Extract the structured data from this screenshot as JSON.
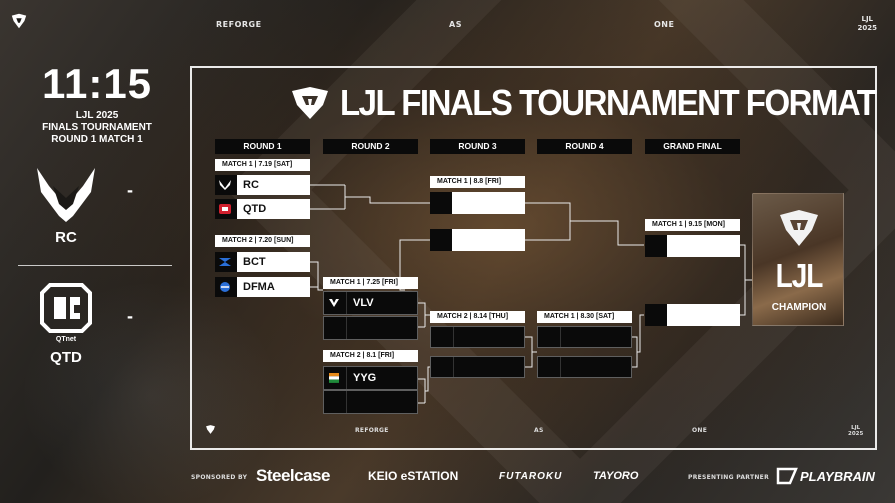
{
  "top_bar": {
    "words": [
      "REFORGE",
      "AS",
      "ONE"
    ],
    "ljl_line1": "LJL",
    "ljl_line2": "2025"
  },
  "scoreboard": {
    "clock": "11:15",
    "event_line1": "LJL 2025",
    "event_line2": "FINALS TOURNAMENT",
    "event_line3": "ROUND 1 MATCH 1",
    "team_a": {
      "name": "RC",
      "score": "-"
    },
    "team_b": {
      "name": "QTD",
      "logo_caption": "QTnet",
      "score": "-"
    }
  },
  "bracket": {
    "title": "LJL FINALS TOURNAMENT FORMAT",
    "rounds": [
      "ROUND 1",
      "ROUND 2",
      "ROUND 3",
      "ROUND 4",
      "GRAND FINAL"
    ],
    "r1_m1": {
      "label": "MATCH 1 | 7.19 [SAT]",
      "team1": "RC",
      "team2": "QTD"
    },
    "r1_m2": {
      "label": "MATCH 2 | 7.20 [SUN]",
      "team1": "BCT",
      "team2": "DFMA"
    },
    "r2_m1": {
      "label": "MATCH 1 | 7.25 [FRI]",
      "team1": "VLV",
      "team2": ""
    },
    "r2_m2": {
      "label": "MATCH 2 | 8.1 [FRI]",
      "team1": "YYG",
      "team2": ""
    },
    "r3_m1": {
      "label": "MATCH 1 | 8.8 [FRI]"
    },
    "r3_m2": {
      "label": "MATCH 2 | 8.14 [THU]"
    },
    "r4_m1": {
      "label": "MATCH 1 | 8.30 [SAT]"
    },
    "gf_m1": {
      "label": "MATCH 1 | 9.15 [MON]"
    },
    "champion": {
      "ljl": "LJL",
      "label": "CHAMPION"
    },
    "footer_words": [
      "REFORGE",
      "AS",
      "ONE"
    ],
    "footer_ljl1": "LJL",
    "footer_ljl2": "2025"
  },
  "sponsors": {
    "sponsored_by": "SPONSORED BY",
    "list": [
      "Steelcase",
      "KEIO eSTATION",
      "FUTAROKU",
      "TAYORO"
    ],
    "presenting_partner_label": "PRESENTING PARTNER",
    "presenting_partner": "PLAYBRAIN"
  },
  "icons": [
    "ljl-logo-icon",
    "rc-logo-icon",
    "qtd-logo-icon",
    "bct-logo-icon",
    "dfma-logo-icon",
    "vlv-logo-icon",
    "yyg-logo-icon",
    "trophy-logo-icon"
  ],
  "colors": {
    "bracket_dark": "#0a0a0a",
    "bracket_light": "#ffffff",
    "panel_border": "#ffffff",
    "qtd_red": "#d0202e",
    "bct_blue": "#2a6fd8"
  }
}
